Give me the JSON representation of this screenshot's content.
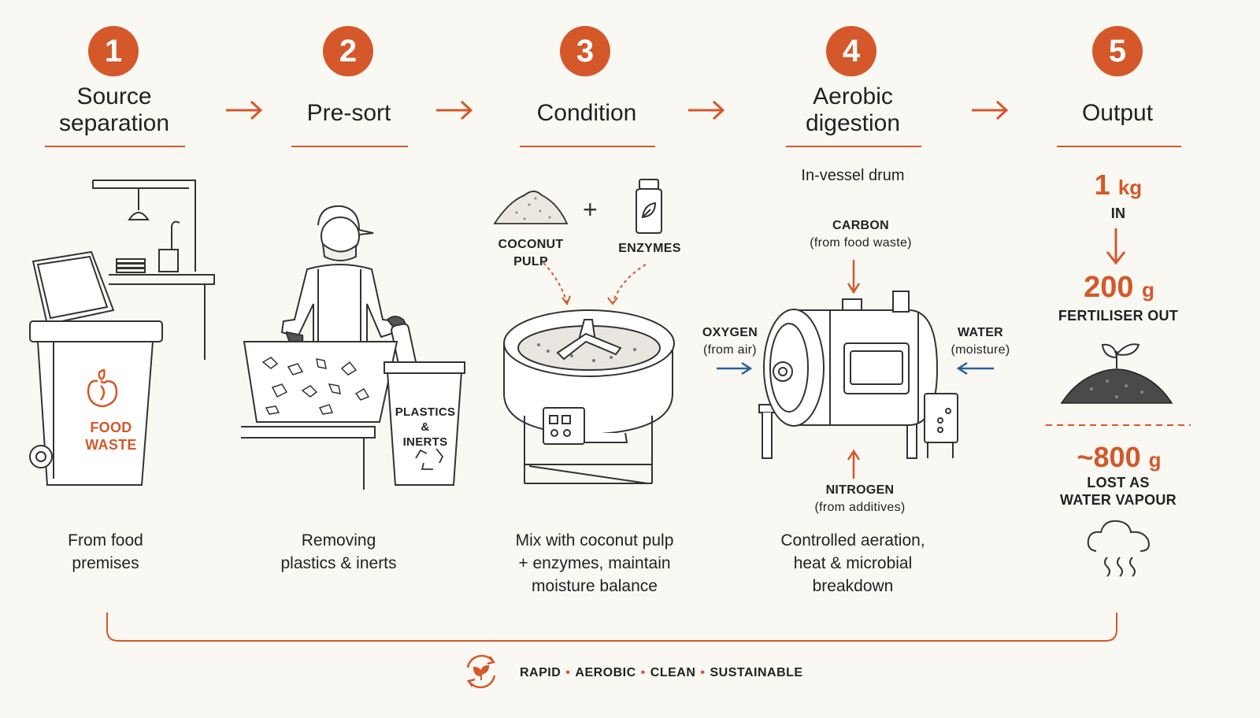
{
  "steps": [
    {
      "number": "1",
      "title_line1": "Source",
      "title_line2": "separation",
      "caption_line1": "From food",
      "caption_line2": "premises"
    },
    {
      "number": "2",
      "title": "Pre-sort",
      "caption_line1": "Removing",
      "caption_line2": "plastics & inerts"
    },
    {
      "number": "3",
      "title": "Condition",
      "caption_line1": "Mix with coconut pulp",
      "caption_line2": "+ enzymes, maintain",
      "caption_line3": "moisture balance"
    },
    {
      "number": "4",
      "title_line1": "Aerobic",
      "title_line2": "digestion",
      "subtitle": "In-vessel drum",
      "caption_line1": "Controlled aeration,",
      "caption_line2": "heat & microbial",
      "caption_line3": "breakdown"
    },
    {
      "number": "5",
      "title": "Output"
    }
  ],
  "bin_label_line1": "FOOD",
  "bin_label_line2": "WASTE",
  "plastics_label_line1": "PLASTICS",
  "plastics_label_line2": "&",
  "plastics_label_line3": "INERTS",
  "additives": {
    "coconut_line1": "COCONUT",
    "coconut_line2": "PULP",
    "plus": "+",
    "enzymes": "ENZYMES"
  },
  "drum_inputs": {
    "carbon": "CARBON",
    "carbon_sub": "(from food waste)",
    "oxygen": "OXYGEN",
    "oxygen_sub": "(from air)",
    "water": "WATER",
    "water_sub": "(moisture)",
    "nitrogen": "NITROGEN",
    "nitrogen_sub": "(from additives)"
  },
  "output": {
    "in_value": "1",
    "in_unit": "kg",
    "in_label": "IN",
    "out_value": "200",
    "out_unit": "g",
    "out_label": "FERTILISER OUT",
    "lost_value": "~800",
    "lost_unit": "g",
    "lost_line1": "LOST AS",
    "lost_line2": "WATER VAPOUR"
  },
  "footer": {
    "w1": "RAPID",
    "w2": "AEROBIC",
    "w3": "CLEAN",
    "w4": "SUSTAINABLE",
    "sep": "•"
  },
  "colors": {
    "accent": "#d4582a",
    "arrow_blue": "#2c5f9e",
    "background": "#faf8f3"
  }
}
